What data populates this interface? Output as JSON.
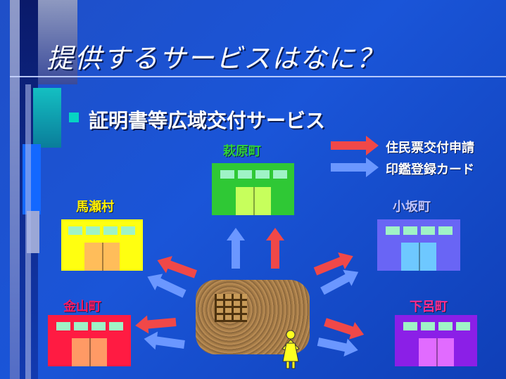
{
  "slide": {
    "title": "提供するサービスはなに？",
    "bullet": "証明書等広域交付サービス"
  },
  "legend": [
    {
      "label": "住民票交付申請",
      "color": "#f04848"
    },
    {
      "label": "印鑑登録カード",
      "color": "#6b97ff"
    }
  ],
  "towns": {
    "hagiwara": {
      "label": "萩原町",
      "label_color": "#2fd23a",
      "building_color": "#2fc835",
      "door_color": "#c7ff5c"
    },
    "maze": {
      "label": "馬瀬村",
      "label_color": "#ffee00",
      "building_color": "#ffff10",
      "door_color": "#ffbd5a"
    },
    "osaka": {
      "label": "小坂町",
      "label_color": "#bfc4ff",
      "building_color": "#6965f5",
      "door_color": "#6ec8ff"
    },
    "kanayama": {
      "label": "金山町",
      "label_color": "#ff1a5f",
      "building_color": "#ff1b42",
      "door_color": "#ff9a65"
    },
    "gero": {
      "label": "下呂町",
      "label_color": "#ff2d8c",
      "building_color": "#8b1fe7",
      "door_color": "#e16bff"
    }
  },
  "center": {
    "color": "#a17a48",
    "person_icon": "person-icon"
  }
}
